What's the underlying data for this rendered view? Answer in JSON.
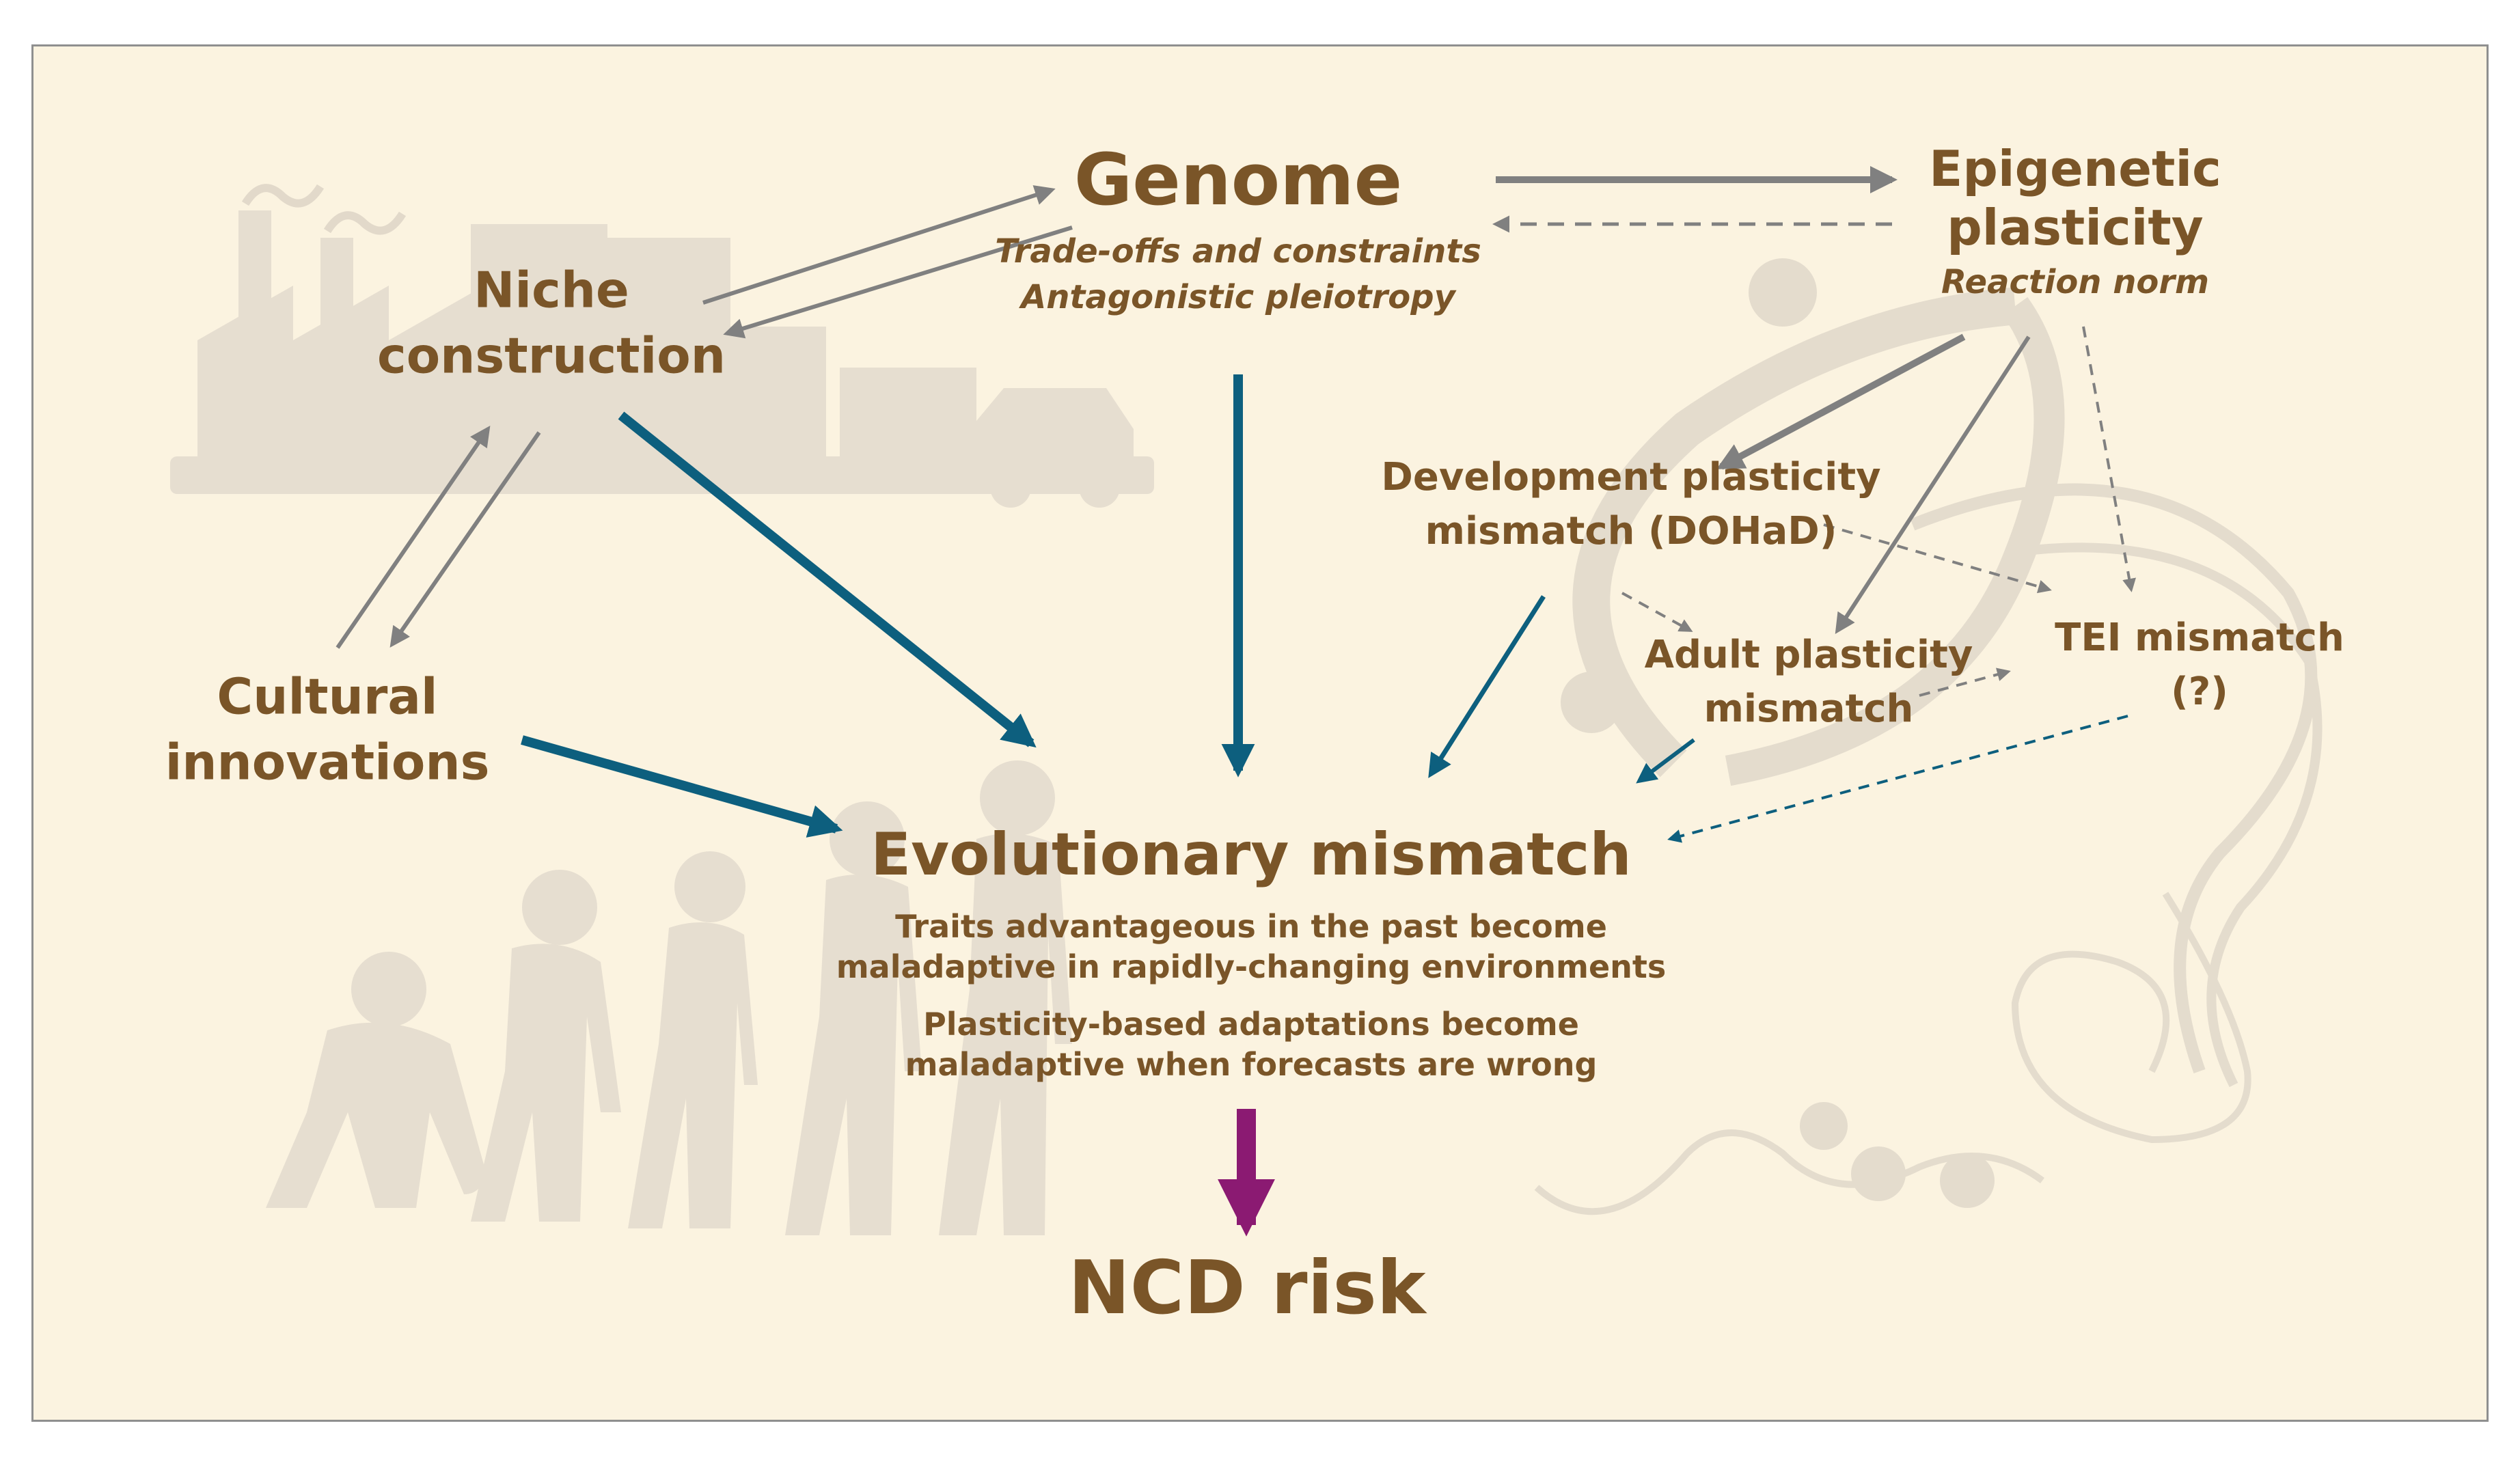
{
  "nodes": {
    "genome": {
      "title": "Genome",
      "sub1": "Trade-offs and constraints",
      "sub2": "Antagonistic pleiotropy"
    },
    "epigenetic": {
      "line1": "Epigenetic",
      "line2": "plasticity",
      "sub": "Reaction norm"
    },
    "niche": {
      "line1": "Niche",
      "line2": "construction"
    },
    "cultural": {
      "line1": "Cultural",
      "line2": "innovations"
    },
    "development": {
      "line1": "Development plasticity",
      "line2": "mismatch (DOHaD)"
    },
    "adult": {
      "line1": "Adult plasticity",
      "line2": "mismatch"
    },
    "tei": {
      "line1": "TEI mismatch",
      "line2": "(?)"
    },
    "evolutionary": {
      "title": "Evolutionary mismatch",
      "desc1a": "Traits advantageous in the past become",
      "desc1b": "maladaptive in rapidly-changing environments",
      "desc2a": "Plasticity-based adaptations become",
      "desc2b": "maladaptive when forecasts are wrong"
    },
    "ncd": {
      "title": "NCD risk"
    }
  },
  "colors": {
    "background": "#fbf3e0",
    "text": "#7a5528",
    "gray_arrow": "#808080",
    "teal_arrow": "#0d5f7e",
    "purple_arrow": "#8b1a72",
    "silhouette": "#e6ded0"
  }
}
